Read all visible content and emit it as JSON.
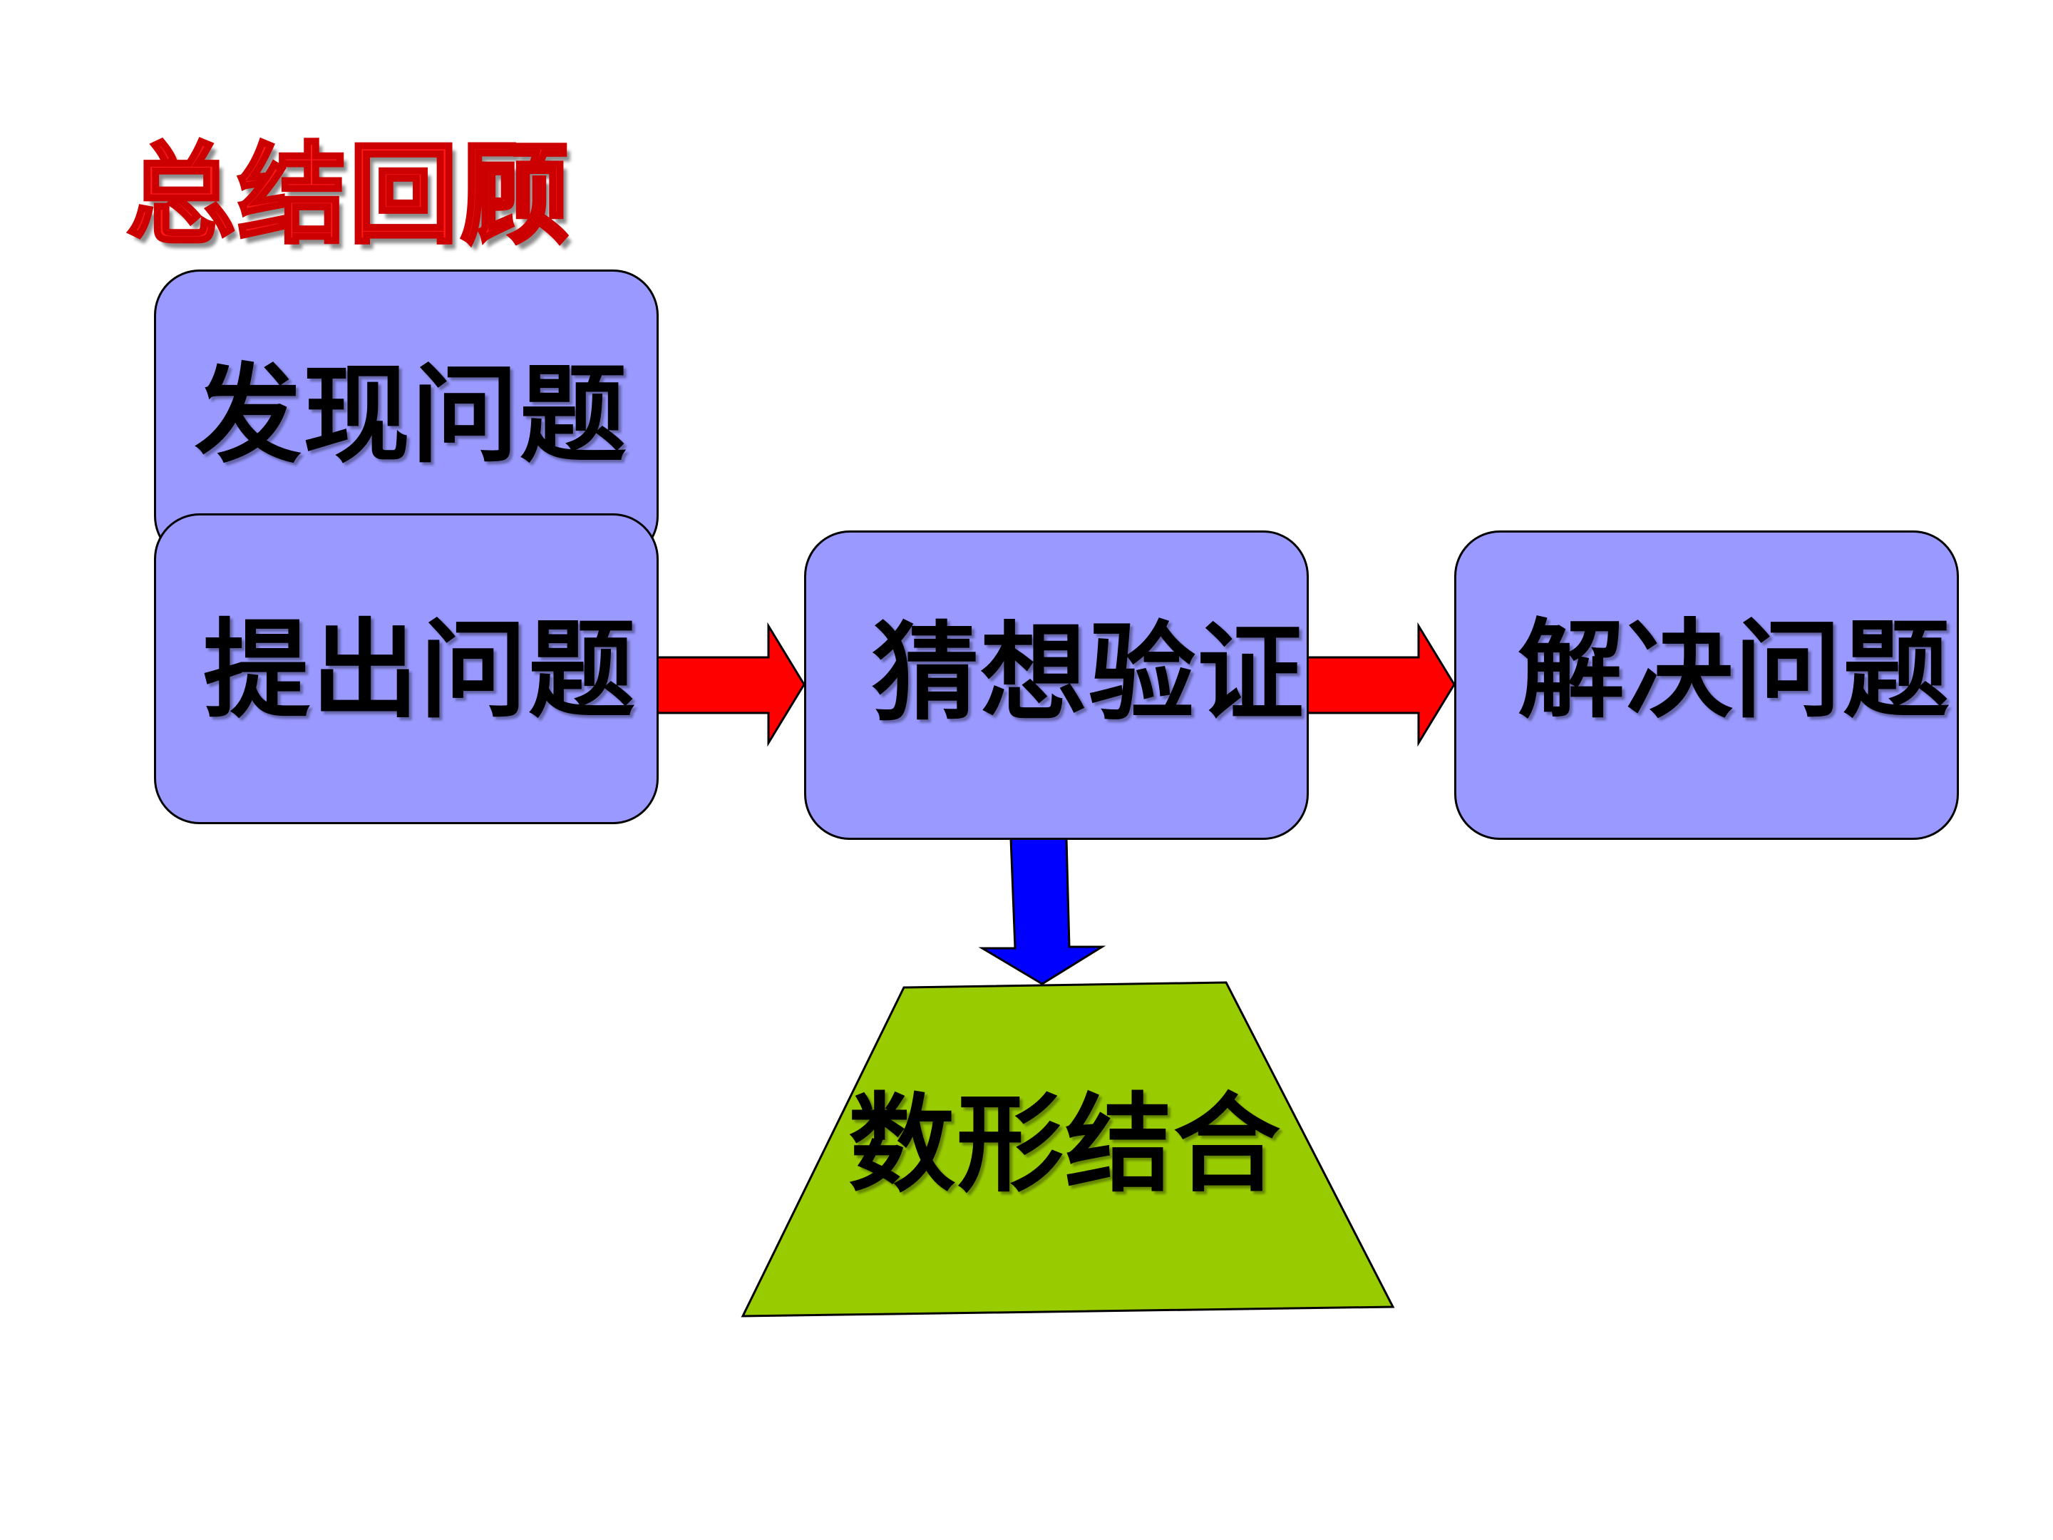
{
  "title": "总结回顾",
  "boxes": {
    "discover": "发现问题",
    "raise": "提出问题",
    "conjecture": "猜想验证",
    "solve": "解决问题"
  },
  "method": "数形结合",
  "colors": {
    "box_fill": "#9999ff",
    "arrow_red": "#ff0000",
    "arrow_blue": "#0000ff",
    "trapezoid_fill": "#99cc00",
    "title_red": "#ff1a1a"
  }
}
